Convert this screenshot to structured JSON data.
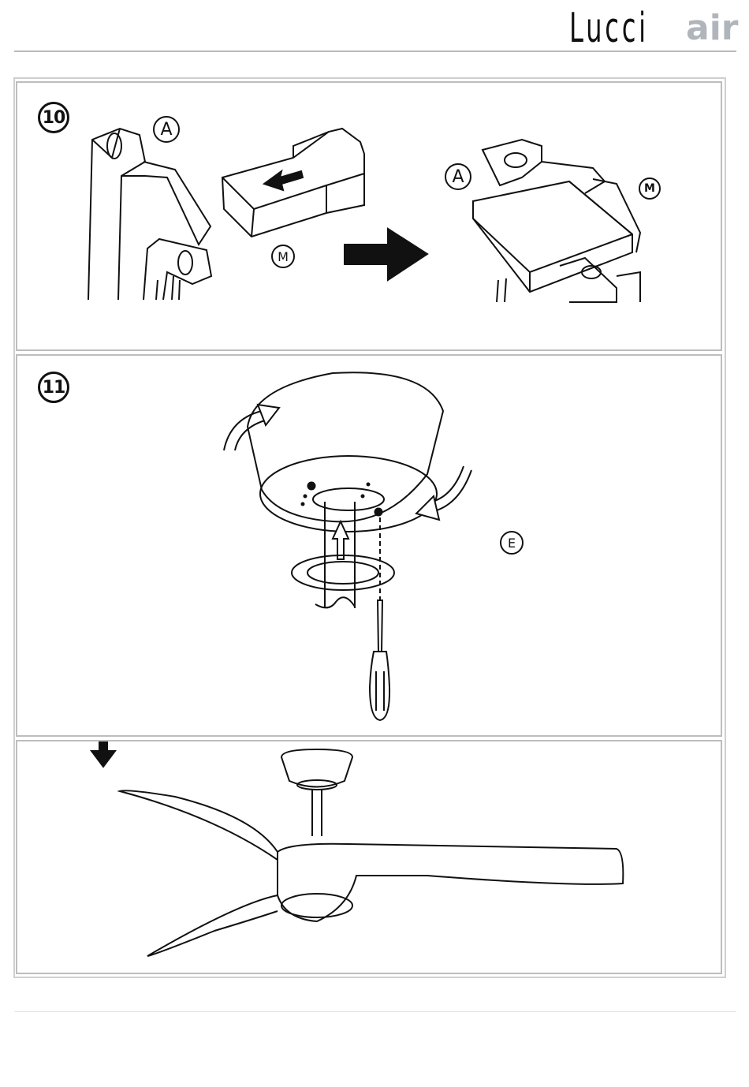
{
  "header": {
    "logo_primary": "Lucci",
    "logo_secondary": "air",
    "logo_secondary_color": "#b0b5bb"
  },
  "steps": [
    {
      "number": "10",
      "labels": {
        "bracket_left": "A",
        "block_left": "M",
        "bracket_right": "A",
        "block_right": "M"
      },
      "icons": [
        "mounting-bracket-icon",
        "rubber-block-icon",
        "insert-arrow-icon",
        "next-arrow-icon"
      ]
    },
    {
      "number": "11",
      "labels": {
        "screw": "E"
      },
      "icons": [
        "canopy-icon",
        "downrod-icon",
        "rotate-arrow-icon",
        "screwdriver-icon"
      ]
    },
    {
      "number": "",
      "labels": {},
      "icons": [
        "down-arrow-icon",
        "ceiling-fan-icon"
      ]
    }
  ],
  "colors": {
    "line": "#111111",
    "panel_border": "#bdbdbd",
    "header_rule": "#bbbbbb"
  }
}
